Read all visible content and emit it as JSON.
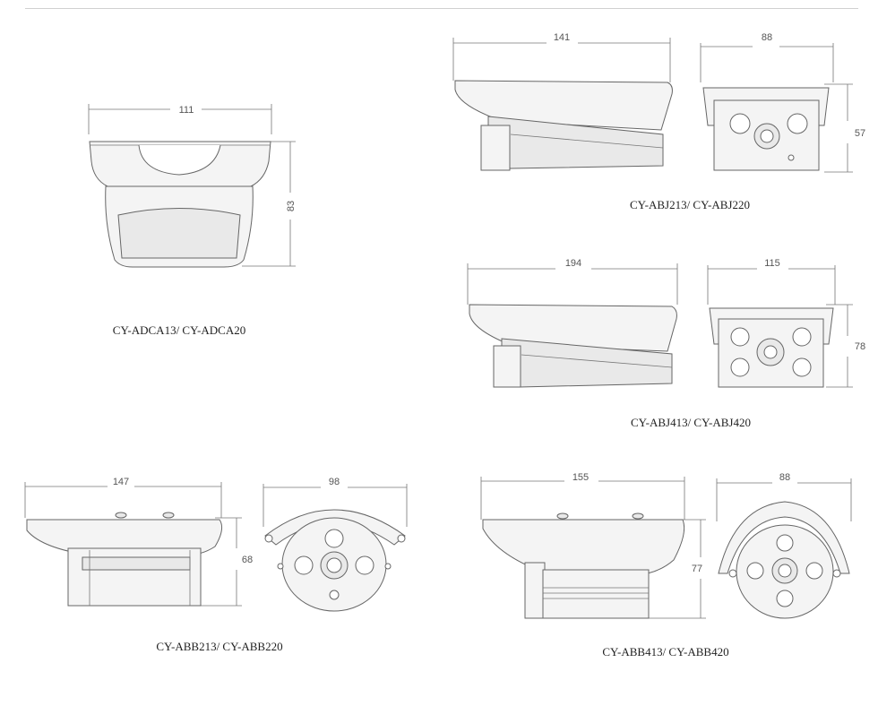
{
  "models": {
    "adca": {
      "label": "CY-ADCA13/ CY-ADCA20",
      "width": "111",
      "height": "83"
    },
    "abj2": {
      "label": "CY-ABJ213/ CY-ABJ220",
      "width": "141",
      "front_width": "88",
      "height": "57"
    },
    "abj4": {
      "label": "CY-ABJ413/ CY-ABJ420",
      "width": "194",
      "front_width": "115",
      "height": "78"
    },
    "abb2": {
      "label": "CY-ABB213/ CY-ABB220",
      "width": "147",
      "front_width": "98",
      "height": "68"
    },
    "abb4": {
      "label": "CY-ABB413/ CY-ABB420",
      "width": "155",
      "front_width": "88",
      "height": "77"
    }
  }
}
